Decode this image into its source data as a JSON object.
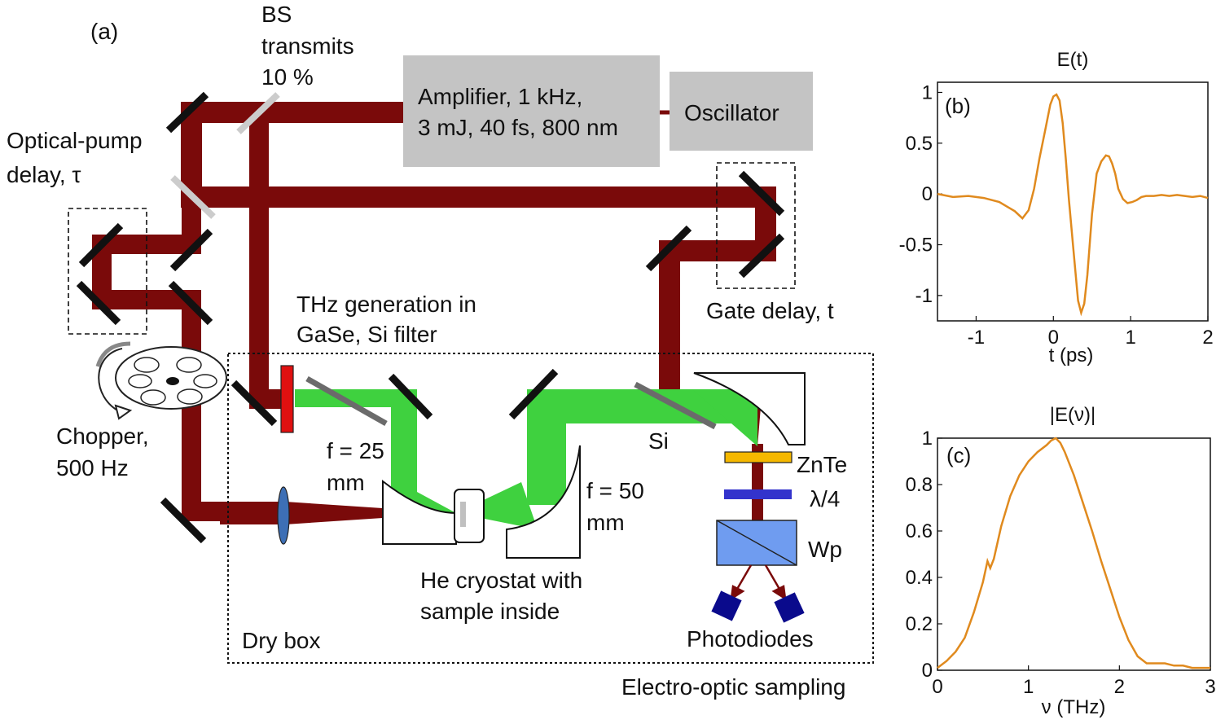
{
  "colors": {
    "beam_ir": "#7a0a0a",
    "beam_thz": "#3fd13f",
    "curve": "#e08a1e",
    "box_gray": "#c4c4c4",
    "mirror": "#111111",
    "bs_gray": "#cccccc",
    "znte": "#f5b800",
    "waveplate": "#3333cc",
    "wollaston": "#6f9cf0",
    "photodiode": "#0a0a8c",
    "lens": "#3d6fb5",
    "gase": "#e01010"
  },
  "diagram": {
    "panel_label": "(a)",
    "bs_label": [
      "BS",
      "transmits",
      "10 %"
    ],
    "pump_delay_label": [
      "Optical-pump",
      "delay, τ"
    ],
    "amplifier_label": [
      "Amplifier, 1 kHz,",
      "3 mJ, 40 fs, 800 nm"
    ],
    "oscillator_label": "Oscillator",
    "gate_delay_label": "Gate delay, t",
    "thz_gen_label": [
      "THz generation in",
      "GaSe, Si filter"
    ],
    "chopper_label": [
      "Chopper,",
      "500 Hz"
    ],
    "f25_label": [
      "f = 25",
      "mm"
    ],
    "f50_label": [
      "f = 50",
      "mm"
    ],
    "si_label": "Si",
    "znte_label": "ZnTe",
    "qwp_label": "λ/4",
    "wp_label": "Wp",
    "cryostat_label": [
      "He cryostat with",
      "sample inside"
    ],
    "photodiodes_label": "Photodiodes",
    "drybox_label": "Dry box",
    "eos_label": "Electro-optic sampling"
  },
  "chart_data": [
    {
      "type": "line",
      "panel_label": "(b)",
      "title": "E(t)",
      "xlabel": "t (ps)",
      "ylabel": "",
      "xlim": [
        -1.5,
        2.0
      ],
      "ylim": [
        -1.25,
        1.1
      ],
      "xticks": [
        "-1",
        "0",
        "1",
        "2"
      ],
      "yticks": [
        "1",
        "0.5",
        "0",
        "-0.5",
        "-1"
      ],
      "xtick_values": [
        -1,
        0,
        1,
        2
      ],
      "ytick_values": [
        1,
        0.5,
        0,
        -0.5,
        -1
      ],
      "x": [
        -1.5,
        -1.3,
        -1.1,
        -0.9,
        -0.7,
        -0.5,
        -0.4,
        -0.32,
        -0.25,
        -0.18,
        -0.1,
        -0.04,
        0.0,
        0.04,
        0.08,
        0.12,
        0.16,
        0.2,
        0.26,
        0.32,
        0.36,
        0.4,
        0.44,
        0.5,
        0.56,
        0.62,
        0.68,
        0.72,
        0.76,
        0.8,
        0.84,
        0.9,
        0.96,
        1.02,
        1.08,
        1.14,
        1.2,
        1.3,
        1.4,
        1.5,
        1.6,
        1.7,
        1.8,
        1.9,
        2.0
      ],
      "y": [
        0.0,
        -0.03,
        -0.02,
        -0.04,
        -0.08,
        -0.17,
        -0.24,
        -0.16,
        0.05,
        0.35,
        0.65,
        0.88,
        0.96,
        0.98,
        0.92,
        0.7,
        0.35,
        -0.05,
        -0.55,
        -1.05,
        -1.17,
        -1.08,
        -0.8,
        -0.2,
        0.2,
        0.32,
        0.38,
        0.37,
        0.3,
        0.2,
        0.05,
        -0.05,
        -0.09,
        -0.08,
        -0.06,
        -0.03,
        -0.02,
        -0.02,
        -0.01,
        -0.02,
        -0.01,
        -0.02,
        -0.03,
        -0.02,
        -0.04
      ],
      "grid": false
    },
    {
      "type": "line",
      "panel_label": "(c)",
      "title": "|E(ν)|",
      "xlabel": "ν (THz)",
      "ylabel": "",
      "xlim": [
        0,
        3
      ],
      "ylim": [
        0,
        1
      ],
      "xticks": [
        "0",
        "1",
        "2",
        "3"
      ],
      "yticks": [
        "1",
        "0.8",
        "0.6",
        "0.4",
        "0.2",
        "0"
      ],
      "xtick_values": [
        0,
        1,
        2,
        3
      ],
      "ytick_values": [
        1,
        0.8,
        0.6,
        0.4,
        0.2,
        0
      ],
      "x": [
        0.0,
        0.1,
        0.2,
        0.3,
        0.4,
        0.5,
        0.55,
        0.58,
        0.62,
        0.7,
        0.8,
        0.9,
        1.0,
        1.1,
        1.2,
        1.25,
        1.3,
        1.35,
        1.4,
        1.5,
        1.6,
        1.7,
        1.8,
        1.9,
        2.0,
        2.1,
        2.2,
        2.3,
        2.4,
        2.5,
        2.6,
        2.7,
        2.8,
        2.9,
        3.0
      ],
      "y": [
        0.01,
        0.04,
        0.08,
        0.14,
        0.25,
        0.38,
        0.47,
        0.44,
        0.48,
        0.62,
        0.75,
        0.84,
        0.9,
        0.94,
        0.97,
        0.99,
        1.0,
        0.98,
        0.94,
        0.84,
        0.72,
        0.6,
        0.47,
        0.35,
        0.23,
        0.13,
        0.06,
        0.03,
        0.03,
        0.03,
        0.02,
        0.02,
        0.01,
        0.01,
        0.01
      ],
      "grid": false
    }
  ]
}
